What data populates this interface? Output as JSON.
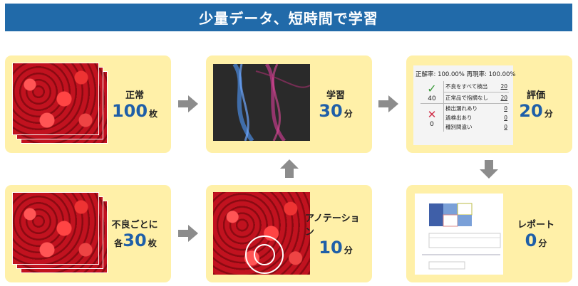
{
  "title": "少量データ、短時間で学習",
  "steps": {
    "normal": {
      "label": "正常",
      "count": "100",
      "unit": "枚"
    },
    "defect": {
      "label": "不良ごとに",
      "prefix": "各",
      "count": "30",
      "unit": "枚"
    },
    "annotation": {
      "label": "アノテーション",
      "count": "10",
      "unit": "分"
    },
    "learning": {
      "label": "学習",
      "count": "30",
      "unit": "分"
    },
    "evaluation": {
      "label": "評価",
      "count": "20",
      "unit": "分"
    },
    "report": {
      "label": "レポート",
      "count": "0",
      "unit": "分"
    }
  },
  "eval_panel": {
    "header": "正解率: 100.00%   再現率: 100.00%",
    "correct": {
      "icon": "check-icon",
      "count": "40",
      "color": "#3a9a3a",
      "rows": [
        {
          "label": "不良をすべて検出",
          "value": "20"
        },
        {
          "label": "正常品で指摘なし",
          "value": "20"
        }
      ]
    },
    "wrong": {
      "icon": "cross-icon",
      "count": "0",
      "color": "#d0304a",
      "rows": [
        {
          "label": "検出漏れあり",
          "value": "0"
        },
        {
          "label": "過検出あり",
          "value": "0"
        },
        {
          "label": "種別間違い",
          "value": "0"
        }
      ]
    }
  },
  "colors": {
    "title_bar": "#216aa9",
    "card": "#fff0a8",
    "accent_number": "#1f5fa8",
    "arrow": "#8c8c8c"
  }
}
